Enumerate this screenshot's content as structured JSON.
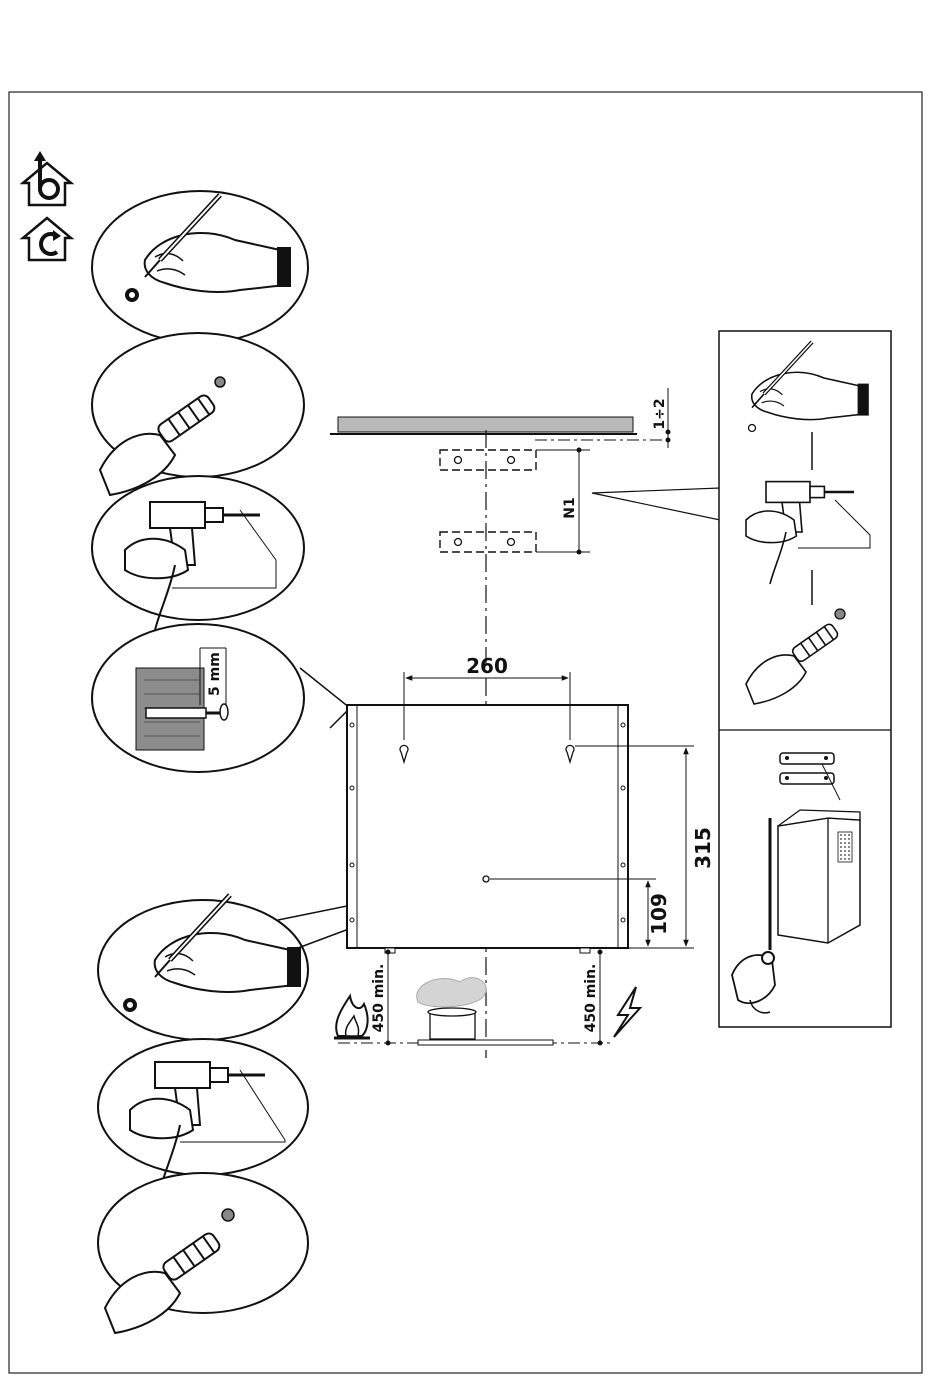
{
  "dimensions": {
    "gap": "1÷2",
    "bracket_spacing": "N1",
    "hole_spacing": "260",
    "hole_height": "315",
    "center_height": "109",
    "plug_depth": "5 mm",
    "clearance_left": "450 min.",
    "clearance_right": "450 min."
  },
  "icons": [
    "extraction-mode-icon",
    "recirculation-mode-icon",
    "flame-icon",
    "electric-bolt-icon"
  ],
  "colors": {
    "line": "#111111",
    "ceiling": "#b9b9b9",
    "wall": "#8c8c8c"
  }
}
